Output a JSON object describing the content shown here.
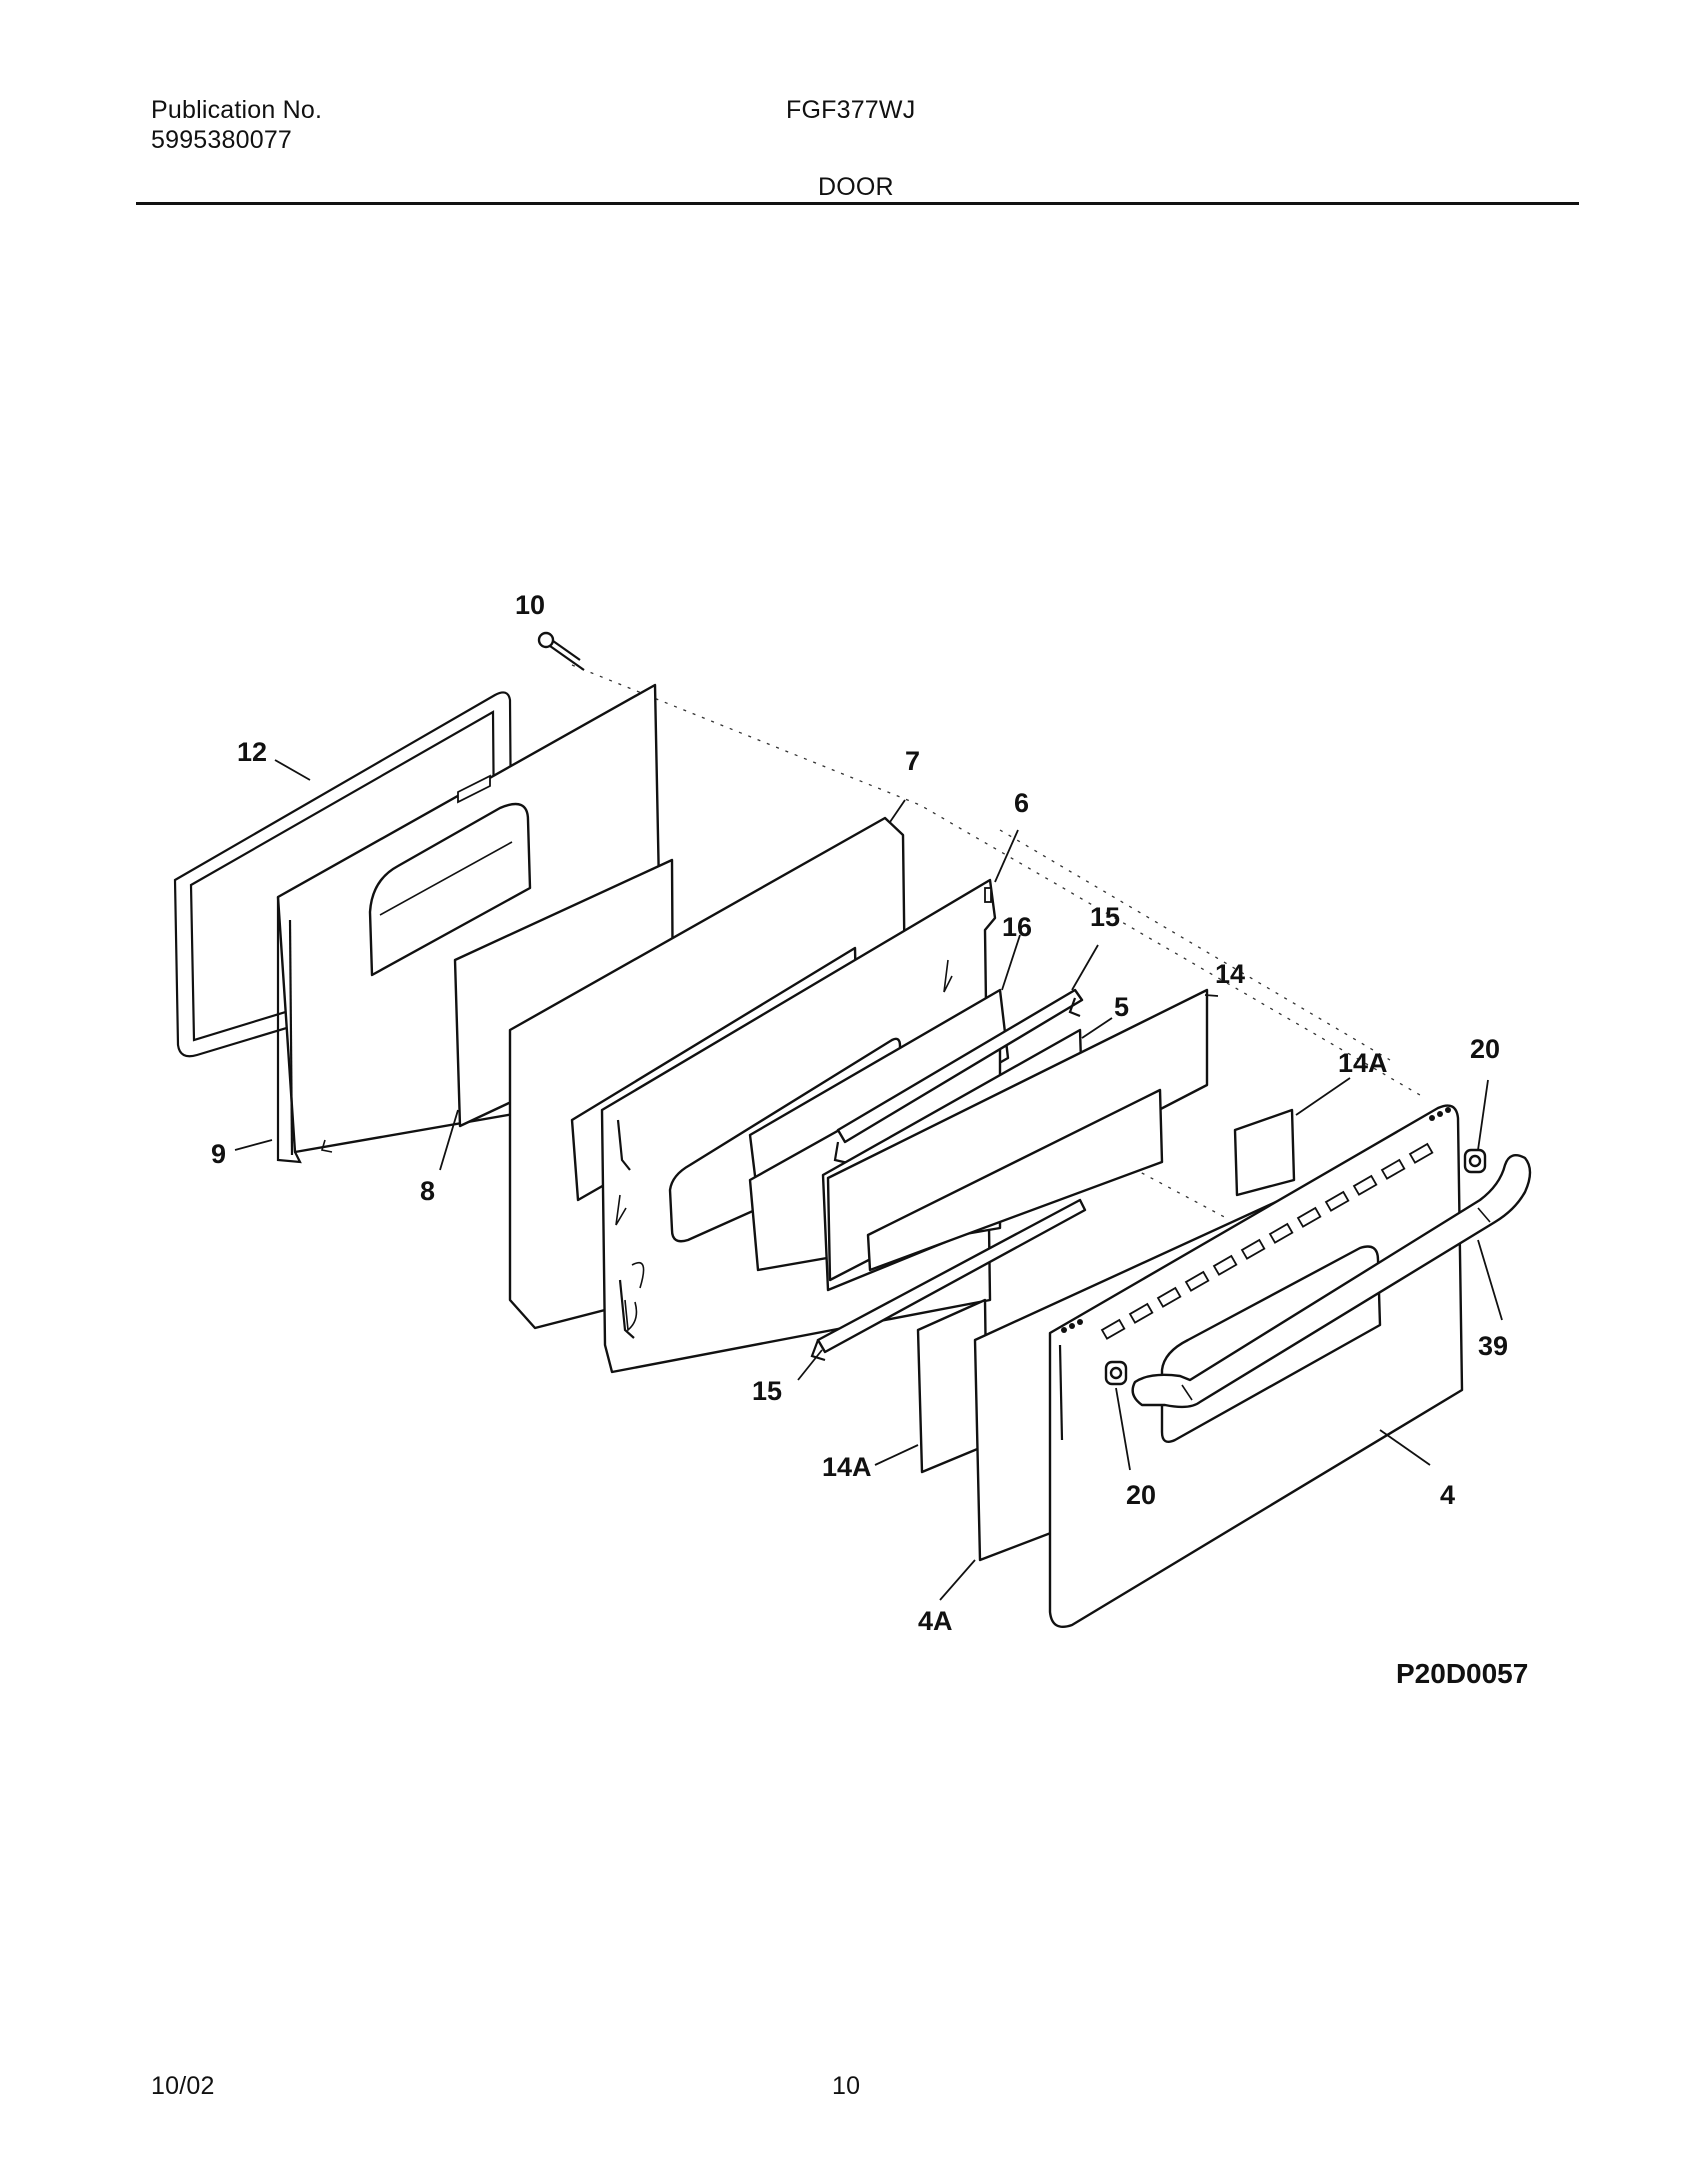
{
  "header": {
    "publication_label": "Publication No.",
    "publication_number": "5995380077",
    "model": "FGF377WJ",
    "section": "DOOR"
  },
  "diagram": {
    "callouts": {
      "c10": "10",
      "c12": "12",
      "c9": "9",
      "c8": "8",
      "c7": "7",
      "c6": "6",
      "c16": "16",
      "c15a": "15",
      "c15b": "15",
      "c5": "5",
      "c14": "14",
      "c14a1": "14A",
      "c14a2": "14A",
      "c20a": "20",
      "c20b": "20",
      "c39": "39",
      "c4": "4",
      "c4a": "4A"
    },
    "drawing_code": "P20D0057"
  },
  "footer": {
    "date": "10/02",
    "page": "10"
  }
}
